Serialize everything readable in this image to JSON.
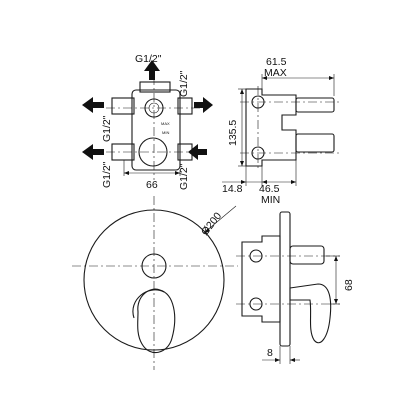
{
  "front_view": {
    "top_port": "G1/2\"",
    "right_top_port": "G1/2\"",
    "left_port_upper": "G1/2\"",
    "left_port_lower": "G1/2\"",
    "right_bottom_port": "G1/2\"",
    "width_dim": "66",
    "body_mark_max": "MAX",
    "body_mark_min": "MIN"
  },
  "side_view": {
    "depth_max_value": "61.5",
    "depth_max_label": "MAX",
    "height_dim": "135.5",
    "offset_dim": "14.8",
    "depth_min_value": "46.5",
    "depth_min_label": "MIN"
  },
  "plate_view": {
    "diameter_dim": "Ø200"
  },
  "assembly_view": {
    "spacing_dim": "68",
    "plate_thickness_dim": "8"
  }
}
